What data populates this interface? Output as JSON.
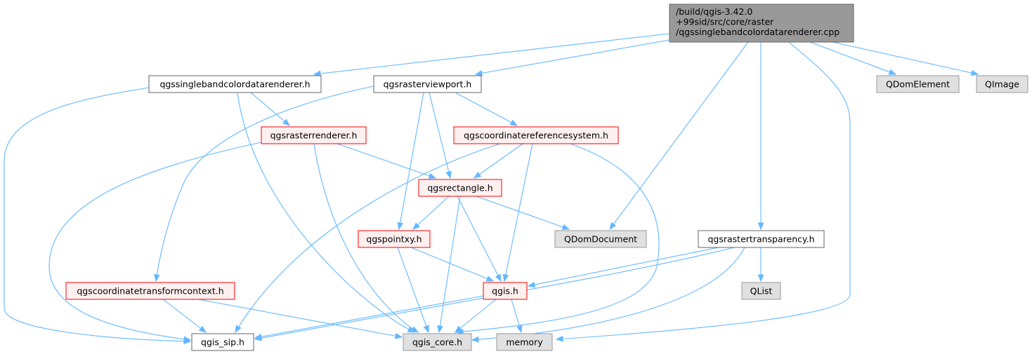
{
  "colors": {
    "edge": "#63b8ff",
    "root_fill": "#999999",
    "root_stroke": "#666666",
    "normal_fill": "#ffffff",
    "normal_stroke": "#666666",
    "red_fill": "#fff0f0",
    "red_stroke": "#ff0000",
    "gray_fill": "#e0e0e0",
    "gray_stroke": "#999999"
  },
  "nodes": [
    {
      "id": "root",
      "style": "root",
      "lines": [
        "/build/qgis-3.42.0",
        "+99sid/src/core/raster",
        "/qgssinglebandcolordatarenderer.cpp"
      ]
    },
    {
      "id": "qgssinglebandcolordatarenderer_h",
      "style": "normal",
      "lines": [
        "qgssinglebandcolordatarenderer.h"
      ]
    },
    {
      "id": "qgsrasterviewport_h",
      "style": "normal",
      "lines": [
        "qgsrasterviewport.h"
      ]
    },
    {
      "id": "qdomelement",
      "style": "gray",
      "lines": [
        "QDomElement"
      ]
    },
    {
      "id": "qimage",
      "style": "gray",
      "lines": [
        "QImage"
      ]
    },
    {
      "id": "qgsrasterrenderer_h",
      "style": "red",
      "lines": [
        "qgsrasterrenderer.h"
      ]
    },
    {
      "id": "qgscoordinatereferencesystem_h",
      "style": "red",
      "lines": [
        "qgscoordinatereferencesystem.h"
      ]
    },
    {
      "id": "qgsrectangle_h",
      "style": "red",
      "lines": [
        "qgsrectangle.h"
      ]
    },
    {
      "id": "qgspointxy_h",
      "style": "red",
      "lines": [
        "qgspointxy.h"
      ]
    },
    {
      "id": "qdomdocument",
      "style": "gray",
      "lines": [
        "QDomDocument"
      ]
    },
    {
      "id": "qgsrastertransparency_h",
      "style": "normal",
      "lines": [
        "qgsrastertransparency.h"
      ]
    },
    {
      "id": "qgscoordinatetransformcontext_h",
      "style": "red",
      "lines": [
        "qgscoordinatetransformcontext.h"
      ]
    },
    {
      "id": "qgis_h",
      "style": "red",
      "lines": [
        "qgis.h"
      ]
    },
    {
      "id": "qlist",
      "style": "gray",
      "lines": [
        "QList"
      ]
    },
    {
      "id": "qgis_sip_h",
      "style": "normal",
      "lines": [
        "qgis_sip.h"
      ]
    },
    {
      "id": "qgis_core_h",
      "style": "gray",
      "lines": [
        "qgis_core.h"
      ]
    },
    {
      "id": "memory",
      "style": "gray",
      "lines": [
        "memory"
      ]
    }
  ],
  "edges": [
    {
      "from": "root",
      "to": "qgssinglebandcolordatarenderer_h"
    },
    {
      "from": "root",
      "to": "qgsrasterviewport_h"
    },
    {
      "from": "root",
      "to": "qdomdocument"
    },
    {
      "from": "root",
      "to": "qgsrastertransparency_h"
    },
    {
      "from": "root",
      "to": "memory"
    },
    {
      "from": "root",
      "to": "qdomelement"
    },
    {
      "from": "root",
      "to": "qimage"
    },
    {
      "from": "qgssinglebandcolordatarenderer_h",
      "to": "qgsrasterrenderer_h"
    },
    {
      "from": "qgssinglebandcolordatarenderer_h",
      "to": "qgis_sip_h"
    },
    {
      "from": "qgssinglebandcolordatarenderer_h",
      "to": "qgis_core_h"
    },
    {
      "from": "qgsrasterviewport_h",
      "to": "qgscoordinatereferencesystem_h"
    },
    {
      "from": "qgsrasterviewport_h",
      "to": "qgsrectangle_h"
    },
    {
      "from": "qgsrasterviewport_h",
      "to": "qgspointxy_h"
    },
    {
      "from": "qgsrasterviewport_h",
      "to": "qgscoordinatetransformcontext_h"
    },
    {
      "from": "qgsrasterrenderer_h",
      "to": "qgsrectangle_h"
    },
    {
      "from": "qgsrasterrenderer_h",
      "to": "qgis_sip_h"
    },
    {
      "from": "qgsrasterrenderer_h",
      "to": "qgis_core_h"
    },
    {
      "from": "qgscoordinatereferencesystem_h",
      "to": "qgsrectangle_h"
    },
    {
      "from": "qgscoordinatereferencesystem_h",
      "to": "qgis_h"
    },
    {
      "from": "qgscoordinatereferencesystem_h",
      "to": "qgis_sip_h"
    },
    {
      "from": "qgscoordinatereferencesystem_h",
      "to": "qgis_core_h"
    },
    {
      "from": "qgsrectangle_h",
      "to": "qgspointxy_h"
    },
    {
      "from": "qgsrectangle_h",
      "to": "qdomdocument"
    },
    {
      "from": "qgsrectangle_h",
      "to": "qgis_h"
    },
    {
      "from": "qgsrectangle_h",
      "to": "qgis_core_h"
    },
    {
      "from": "qgspointxy_h",
      "to": "qgis_h"
    },
    {
      "from": "qgspointxy_h",
      "to": "qgis_core_h"
    },
    {
      "from": "qgsrastertransparency_h",
      "to": "qgis_h"
    },
    {
      "from": "qgsrastertransparency_h",
      "to": "qlist"
    },
    {
      "from": "qgsrastertransparency_h",
      "to": "qgis_sip_h"
    },
    {
      "from": "qgsrastertransparency_h",
      "to": "qgis_core_h"
    },
    {
      "from": "qgscoordinatetransformcontext_h",
      "to": "qgis_sip_h"
    },
    {
      "from": "qgscoordinatetransformcontext_h",
      "to": "qgis_core_h"
    },
    {
      "from": "qgis_h",
      "to": "qgis_sip_h"
    },
    {
      "from": "qgis_h",
      "to": "qgis_core_h"
    },
    {
      "from": "qgis_h",
      "to": "memory"
    }
  ]
}
